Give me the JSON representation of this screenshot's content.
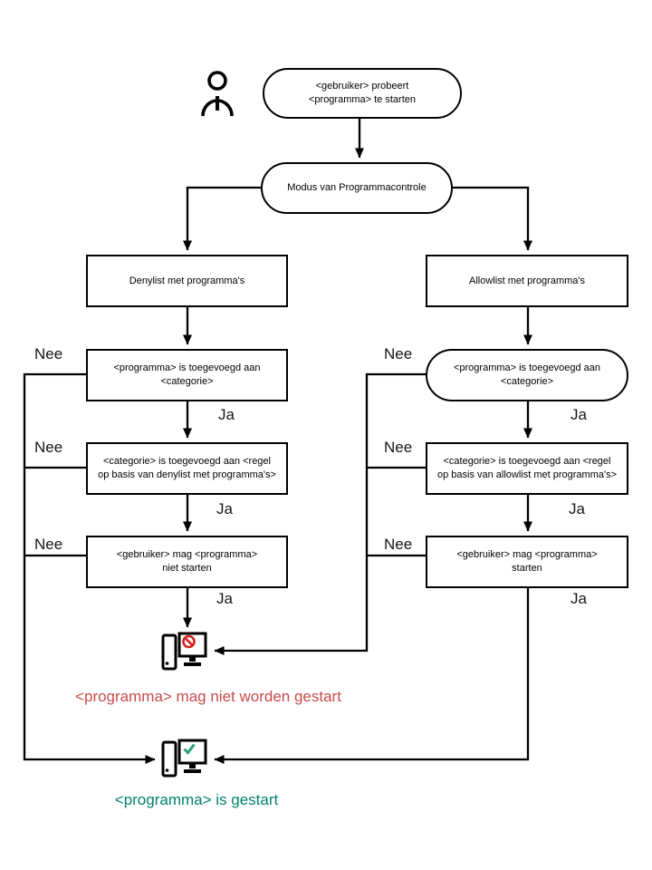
{
  "diagram_type": "flowchart",
  "language": "nl",
  "nodes": {
    "start": {
      "shape": "stadium",
      "text": "<gebruiker> probeert <programma> te starten"
    },
    "mode": {
      "shape": "stadium",
      "text": "Modus van Programmacontrole"
    },
    "denylist": {
      "shape": "rect",
      "text": "Denylist met programma's"
    },
    "allowlist": {
      "shape": "rect",
      "text": "Allowlist met programma's"
    },
    "deny_program_in_category": {
      "shape": "rect",
      "text": "<programma> is toegevoegd aan <categorie>"
    },
    "allow_program_in_category": {
      "shape": "stadium",
      "text": "<programma> is toegevoegd aan <categorie>"
    },
    "deny_category_in_rule": {
      "shape": "rect",
      "text": "<categorie> is toegevoegd aan <regel op basis van denylist met programma's>"
    },
    "allow_category_in_rule": {
      "shape": "rect",
      "text": "<categorie> is toegevoegd aan <regel op basis van allowlist met programma's>"
    },
    "deny_user_may_not_start": {
      "shape": "rect",
      "text": "<gebruiker> mag <programma> niet starten"
    },
    "allow_user_may_start": {
      "shape": "rect",
      "text": "<gebruiker> mag <programma> starten"
    }
  },
  "labels": {
    "no": "Nee",
    "yes": "Ja"
  },
  "results": {
    "blocked": {
      "text": "<programma> mag niet worden gestart",
      "color": "#c84b4b"
    },
    "started": {
      "text": "<programma> is gestart",
      "color": "#00806e"
    }
  },
  "icons": {
    "user": "user-icon",
    "blocked_computer": "computer-blocked-icon",
    "started_computer": "computer-started-icon"
  },
  "colors": {
    "line": "#000000",
    "node_border": "#000000",
    "node_fill": "#ffffff",
    "prohibition_red": "#d32424",
    "check_green": "#23a17c",
    "blocked_text": "#c84b4b",
    "started_text": "#00806e"
  }
}
